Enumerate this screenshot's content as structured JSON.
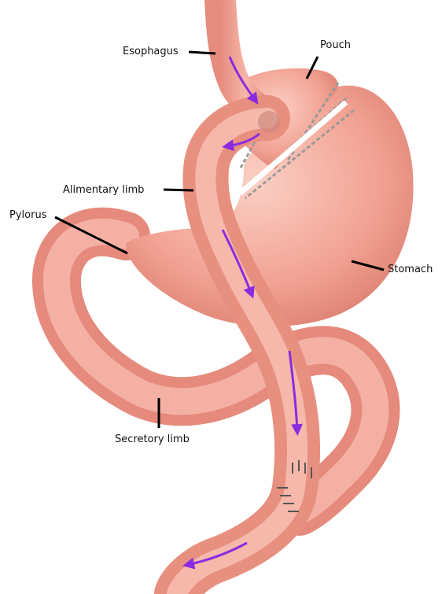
{
  "labels": {
    "esophagus": "Esophagus",
    "pouch": "Pouch",
    "alimentary_limb": "Alimentary limb",
    "pylorus": "Pylorus",
    "stomach": "Stomach",
    "secretory_limb": "Secretory limb"
  },
  "colors": {
    "tissue": "#f2a394",
    "tissue_dark": "#d9776a",
    "tissue_light": "#fbd4ca",
    "flow_arrow": "#8a2be2",
    "staple": "#6b6b6b",
    "leader_line": "#000000"
  }
}
